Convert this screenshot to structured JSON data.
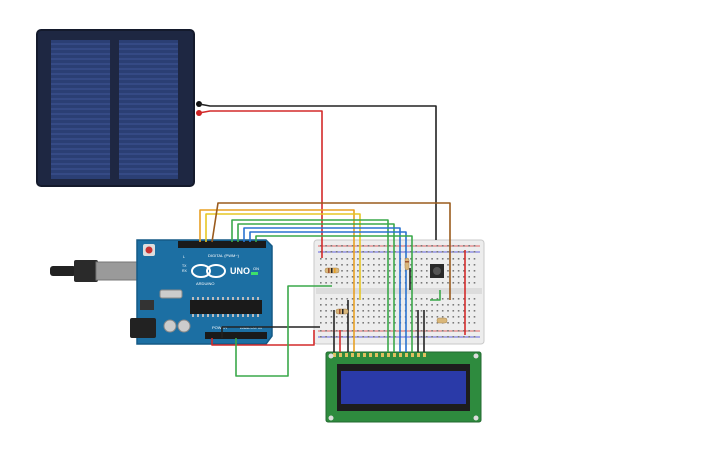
{
  "arduino": {
    "brand": "UNO",
    "logo_text": "ARDUINO",
    "digital_label": "DIGITAL (PWM~)",
    "power_label": "POWER",
    "analog_label": "ANALOG IN",
    "on_label": "ON",
    "tx_label": "TX",
    "rx_label": "RX",
    "l_label": "L"
  },
  "colors": {
    "board": "#1c6fa3",
    "board_dark": "#15577f",
    "panel": "#1e2742",
    "panel_cell": "#2b3f74",
    "wire_red": "#d32a2a",
    "wire_black": "#222222",
    "wire_green": "#3aa84a",
    "wire_orange": "#e8a024",
    "wire_yellow": "#e6c724",
    "wire_blue": "#2a73d0",
    "wire_brown": "#9a5b1d",
    "lcd_pcb": "#2e8b3e",
    "lcd_screen": "#2a3aa8"
  },
  "icons": [
    "solar-panel-icon",
    "usb-plug-icon",
    "pushbutton-icon",
    "resistor-icon",
    "lcd-icon"
  ]
}
